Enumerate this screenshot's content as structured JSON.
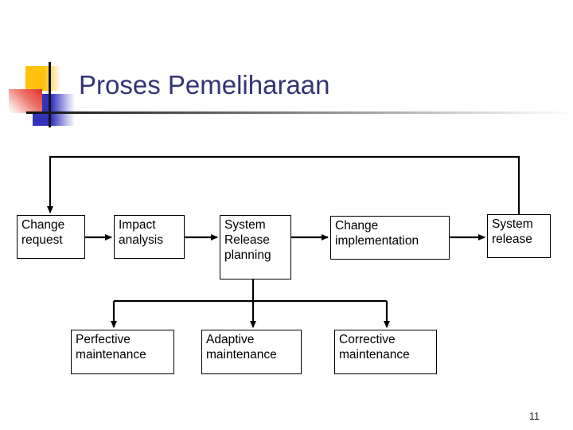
{
  "slide": {
    "title": "Proses Pemeliharaan",
    "page_number": "11"
  },
  "colors": {
    "title_text": "#333377",
    "box_border": "#000000",
    "box_fill": "#ffffff",
    "connector": "#000000",
    "logo_yellow": "#ffc20e",
    "logo_red": "#e23028",
    "logo_blue": "#3232bb"
  },
  "diagram": {
    "nodes": [
      {
        "id": "change-request",
        "label": "Change request"
      },
      {
        "id": "impact-analysis",
        "label": "Impact analysis"
      },
      {
        "id": "system-release-planning",
        "label": "System Release planning"
      },
      {
        "id": "change-implementation",
        "label": "Change implementation"
      },
      {
        "id": "system-release",
        "label": "System release"
      },
      {
        "id": "perfective-maintenance",
        "label": "Perfective maintenance"
      },
      {
        "id": "adaptive-maintenance",
        "label": "Adaptive maintenance"
      },
      {
        "id": "corrective-maintenance",
        "label": "Corrective maintenance"
      }
    ],
    "flow_note": "System release loops back to Change request; System Release planning fans out to Perfective, Adaptive and Corrective maintenance"
  }
}
